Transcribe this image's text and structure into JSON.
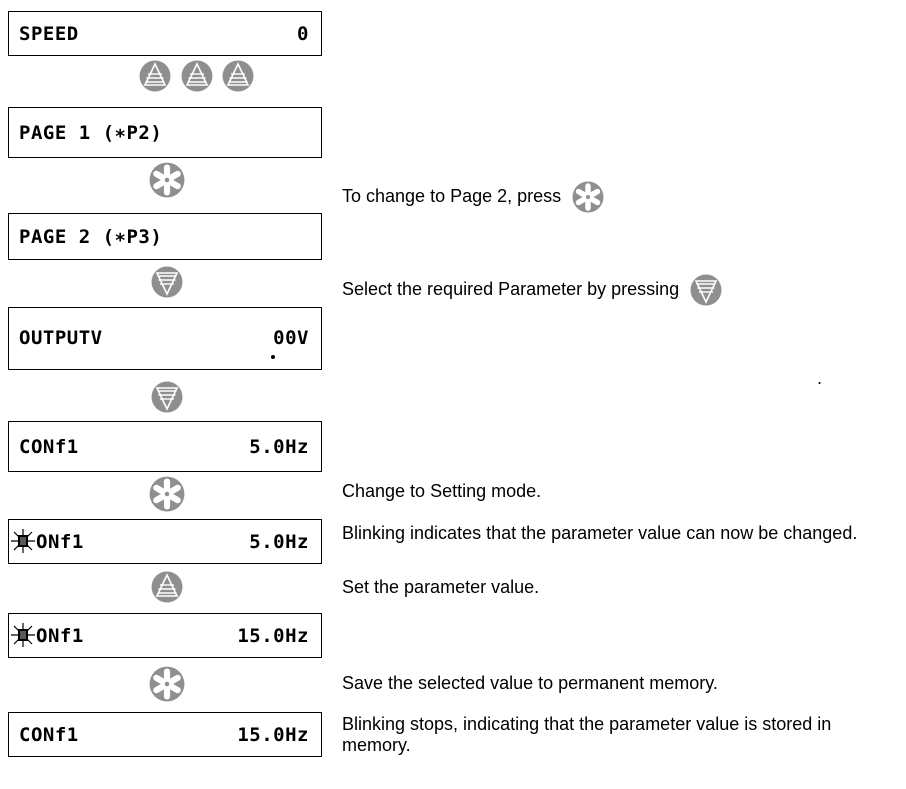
{
  "displays": [
    {
      "label": "SPEED",
      "value": "0"
    },
    {
      "label": "PAGE 1 (∗P2)",
      "value": ""
    },
    {
      "label": "PAGE 2 (∗P3)",
      "value": ""
    },
    {
      "label": "OUTPUTV",
      "value": "00V"
    },
    {
      "label": "CONf1",
      "value": "5.0Hz"
    },
    {
      "label": "ONf1",
      "value": "5.0Hz"
    },
    {
      "label": "ONf1",
      "value": "15.0Hz"
    },
    {
      "label": "CONf1",
      "value": "15.0Hz"
    }
  ],
  "keys": {
    "up": "up-arrow-key",
    "down": "down-arrow-key",
    "enter": "asterisk-enter-key"
  },
  "colors": {
    "key_fill": "#8f8f8f",
    "key_line": "#ffffff",
    "lcd_border": "#000000"
  },
  "notes": {
    "page2": "To change to Page 2, press",
    "select_param": "Select the required Parameter by pressing",
    "dot": ".",
    "setting_mode": "Change to Setting mode.",
    "blinking": "Blinking indicates that the parameter value can now be changed.",
    "set_value": "Set the parameter value.",
    "save": "Save the selected value to permanent memory.",
    "stored": "Blinking stops, indicating that the parameter value is stored in memory."
  }
}
